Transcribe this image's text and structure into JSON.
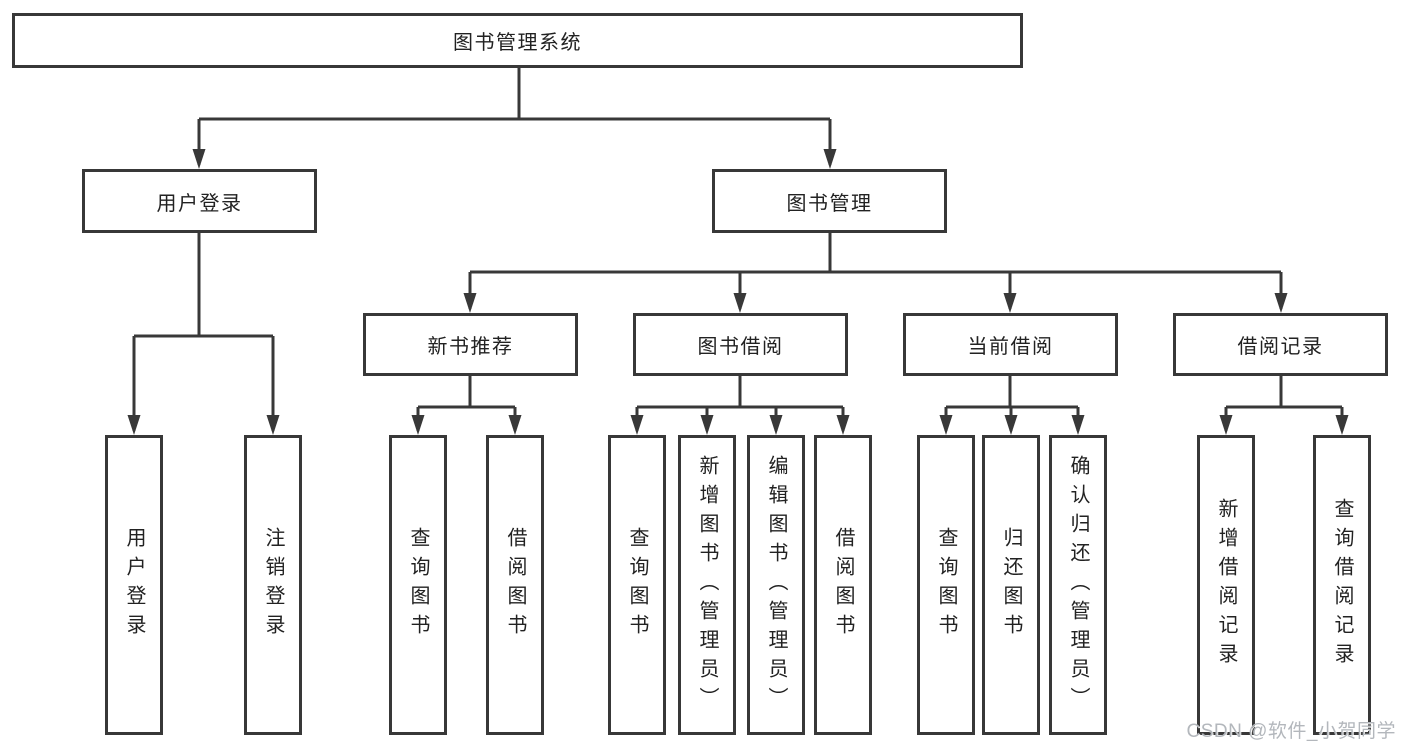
{
  "style": {
    "line_color": "#383838",
    "text_color": "#222222",
    "background_color": "#ffffff",
    "watermark_color": "#b3b7bc"
  },
  "watermark": {
    "text": "CSDN @软件_小贺同学"
  },
  "tree": {
    "root": {
      "label": "图书管理系统",
      "children": [
        {
          "label": "用户登录",
          "children": [
            {
              "label": "用户登录"
            },
            {
              "label": "注销登录"
            }
          ]
        },
        {
          "label": "图书管理",
          "children": [
            {
              "label": "新书推荐",
              "children": [
                {
                  "label": "查询图书"
                },
                {
                  "label": "借阅图书"
                }
              ]
            },
            {
              "label": "图书借阅",
              "children": [
                {
                  "label": "查询图书"
                },
                {
                  "label": "新增图书（管理员）"
                },
                {
                  "label": "编辑图书（管理员）"
                },
                {
                  "label": "借阅图书"
                }
              ]
            },
            {
              "label": "当前借阅",
              "children": [
                {
                  "label": "查询图书"
                },
                {
                  "label": "归还图书"
                },
                {
                  "label": "确认归还（管理员）"
                }
              ]
            },
            {
              "label": "借阅记录",
              "children": [
                {
                  "label": "新增借阅记录"
                },
                {
                  "label": "查询借阅记录"
                }
              ]
            }
          ]
        }
      ]
    }
  }
}
